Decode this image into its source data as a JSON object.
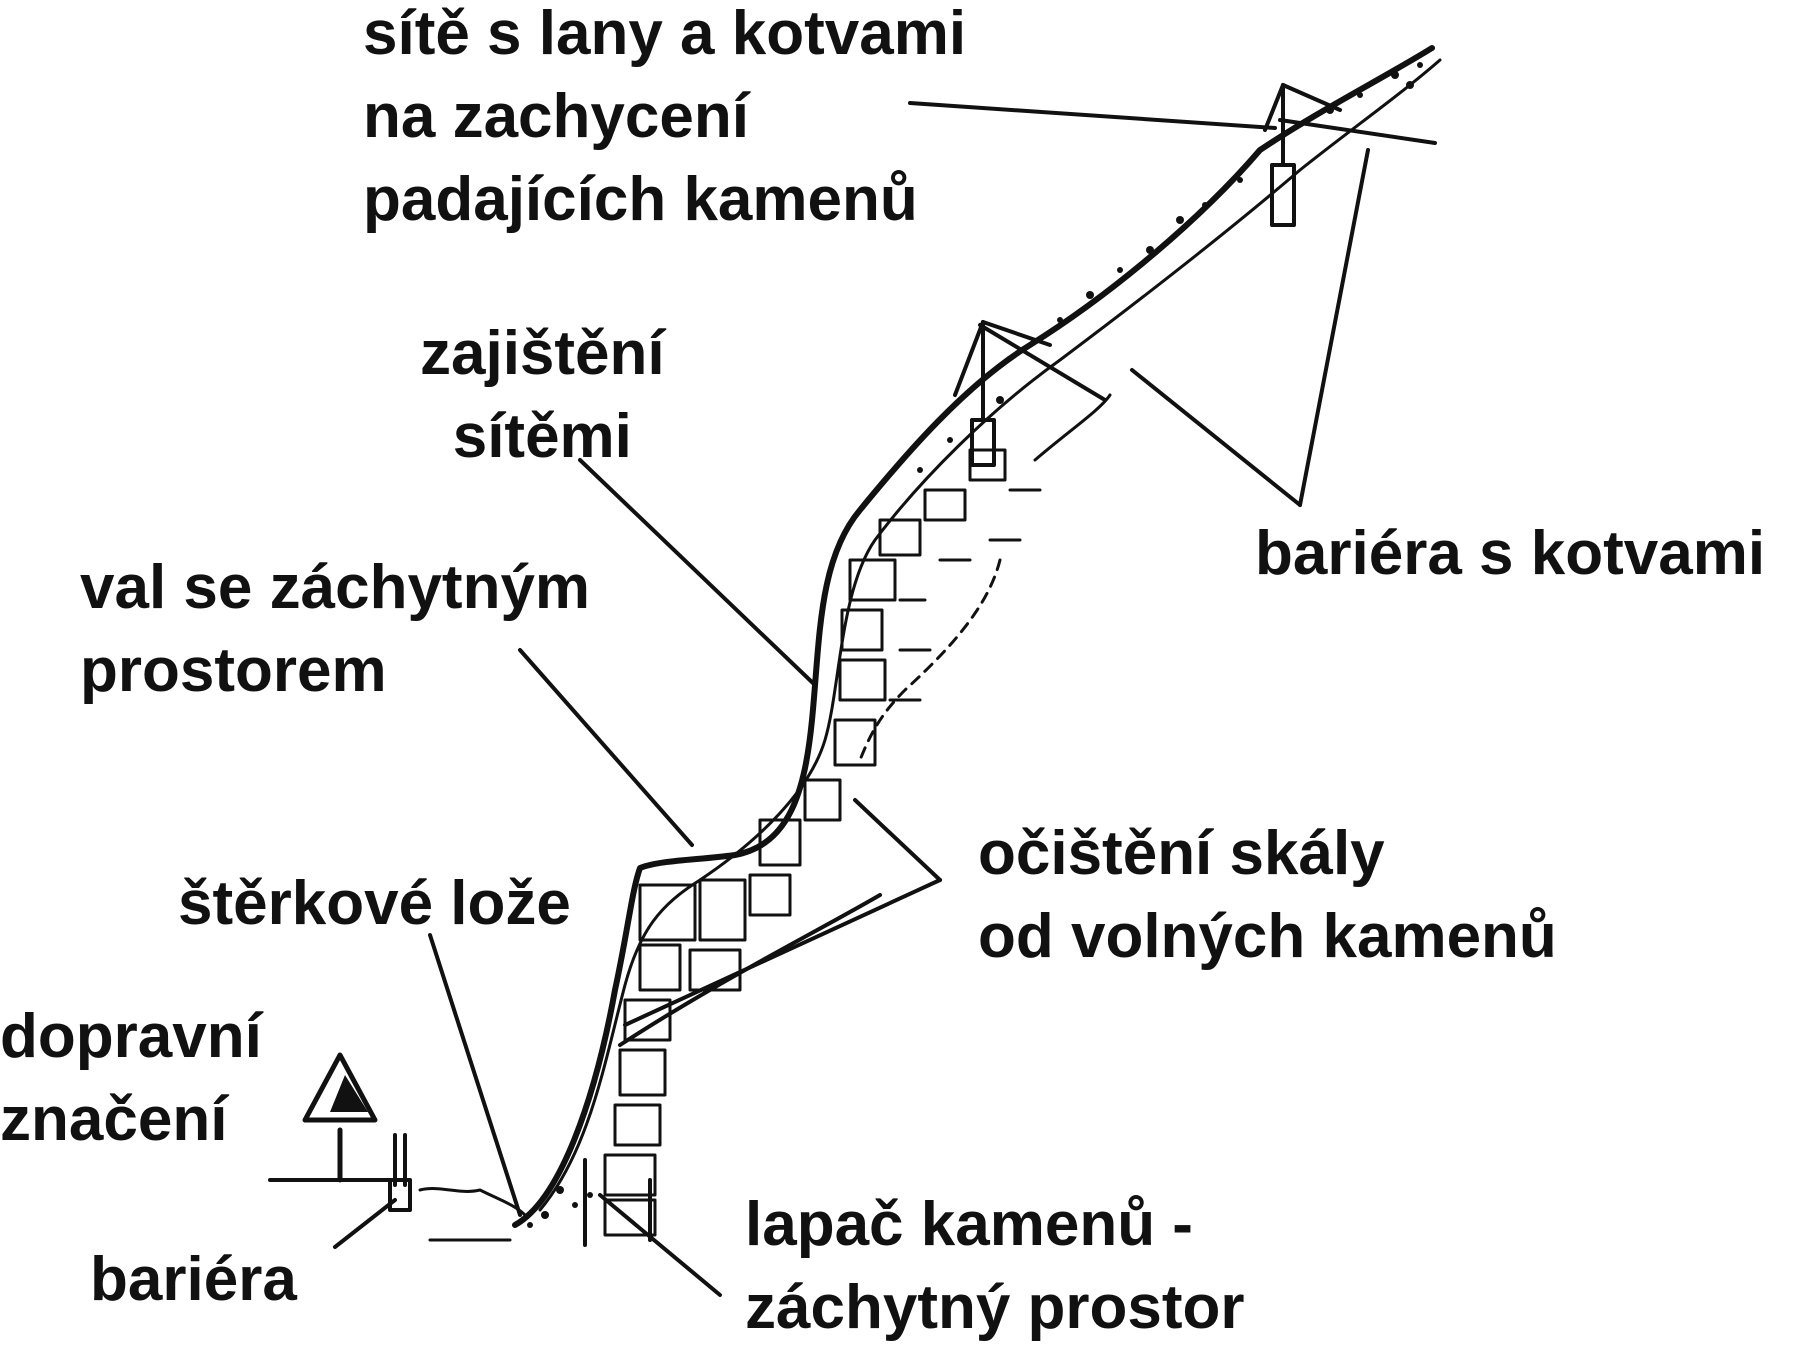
{
  "labels": {
    "nets_ropes_anchors": [
      "sítě s lany a kotvami",
      "na zachycení",
      "padajících kamenů"
    ],
    "net_securing": [
      "zajištění",
      "sítěmi"
    ],
    "anchored_barrier": [
      "bariéra s kotvami"
    ],
    "embankment": [
      "val se záchytným",
      "prostorem"
    ],
    "rock_cleaning": [
      "očištění skály",
      "od volných kamenů"
    ],
    "gravel_bed": [
      "štěrkové lože"
    ],
    "traffic_signs": [
      "dopravní",
      "značení"
    ],
    "barrier": [
      "bariéra"
    ],
    "rock_catcher": [
      "lapač kamenů -",
      "záchytný prostor"
    ]
  },
  "colors": {
    "ink": "#111111",
    "background": "#ffffff"
  },
  "icons": {
    "warning_sign": "warning-triangle-sign-icon"
  }
}
